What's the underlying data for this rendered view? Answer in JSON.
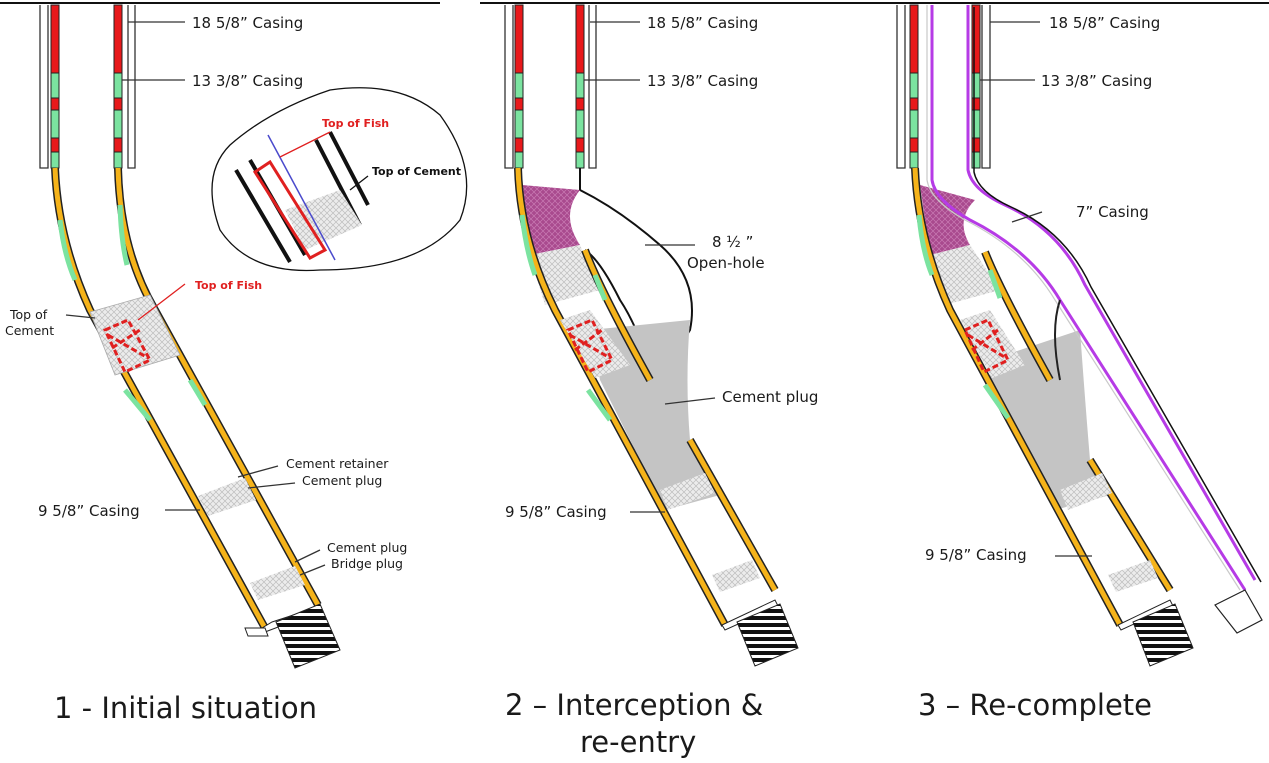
{
  "panels": [
    {
      "title": "1 - Initial situation",
      "labels": {
        "casing_18": "18 5/8” Casing",
        "casing_13": "13 3/8” Casing",
        "top_of_fish": "Top of Fish",
        "top_of_cement_line1": "Top of",
        "top_of_cement_line2": "Cement",
        "cement_retainer": "Cement retainer",
        "cement_plug_1": "Cement plug",
        "casing_9": "9 5/8” Casing",
        "cement_plug_2": "Cement plug",
        "bridge_plug": "Bridge plug"
      },
      "inset": {
        "top_of_fish": "Top of Fish",
        "top_of_cement": "Top of Cement"
      }
    },
    {
      "title_line1": "2 – Interception &",
      "title_line2": "re-entry",
      "labels": {
        "casing_18": "18 5/8” Casing",
        "casing_13": "13 3/8” Casing",
        "open_hole_line1": "8 ½ ”",
        "open_hole_line2": "Open-hole",
        "cement_plug": "Cement plug",
        "casing_9": "9 5/8” Casing"
      }
    },
    {
      "title": "3 – Re-complete",
      "labels": {
        "casing_18": "18 5/8” Casing",
        "casing_13": "13 3/8” Casing",
        "casing_7": "7” Casing",
        "casing_9": "9 5/8” Casing"
      }
    }
  ],
  "colors": {
    "casing_red": "#e8191b",
    "casing_green": "#7be3a0",
    "casing_orange": "#f5b31a",
    "cement_gray": "#c4c4c4",
    "fish_red": "#e02020",
    "cement_purple": "#a94a8e",
    "liner_purple": "#b63be6"
  }
}
